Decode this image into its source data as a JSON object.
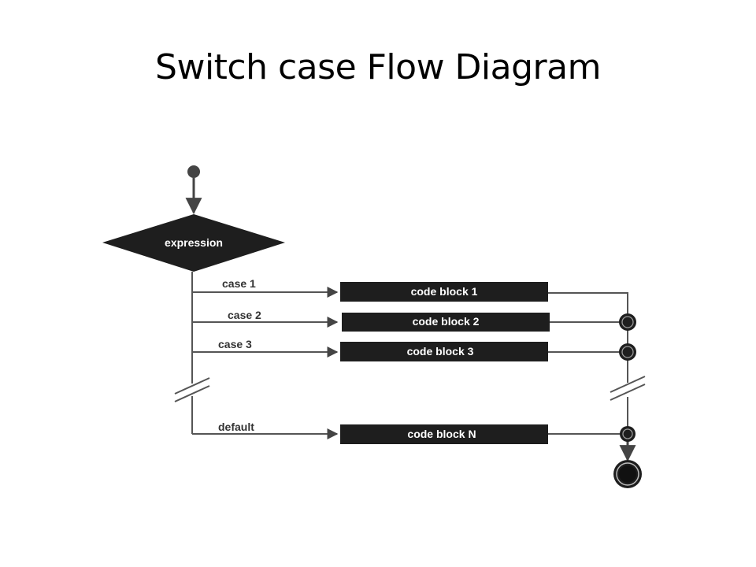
{
  "title": "Switch case Flow Diagram",
  "diagram": {
    "decision": "expression",
    "branches": [
      {
        "condition": "case 1",
        "block": "code block 1"
      },
      {
        "condition": "case 2",
        "block": "code block 2"
      },
      {
        "condition": "case 3",
        "block": "code block 3"
      },
      {
        "condition": "default",
        "block": "code block N"
      }
    ],
    "colors": {
      "fill": "#1e1e1e",
      "line": "#444444"
    }
  }
}
